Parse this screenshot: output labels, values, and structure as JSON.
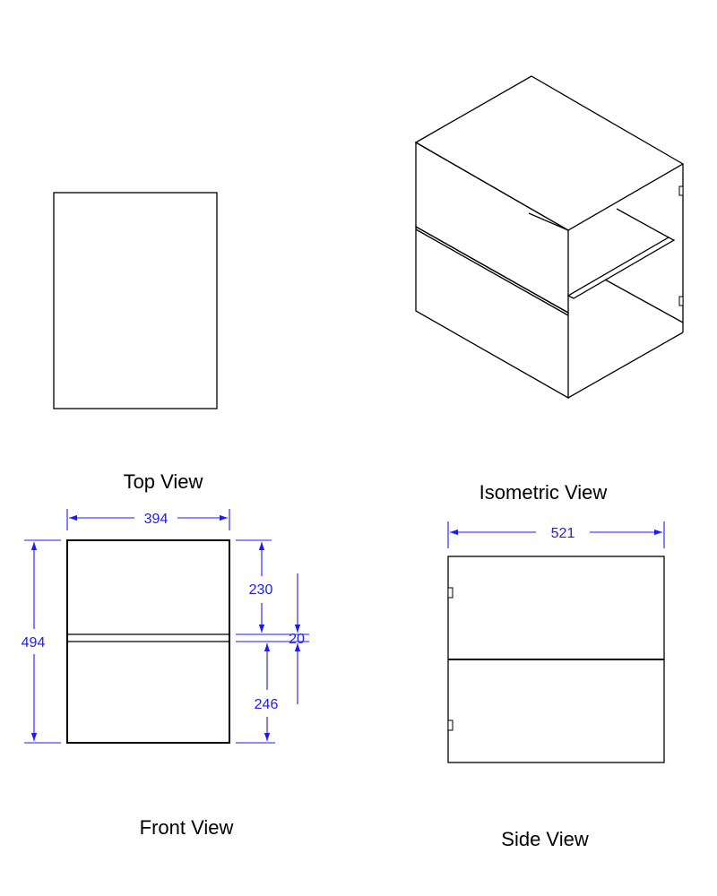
{
  "views": {
    "top": "Top View",
    "isometric": "Isometric View",
    "front": "Front View",
    "side": "Side View"
  },
  "dimensions": {
    "front_width": "394",
    "front_height": "494",
    "upper_height": "230",
    "shelf_thickness": "20",
    "lower_height": "246",
    "side_depth": "521"
  },
  "colors": {
    "dimension": "#1a1aff",
    "outline": "#000000"
  }
}
